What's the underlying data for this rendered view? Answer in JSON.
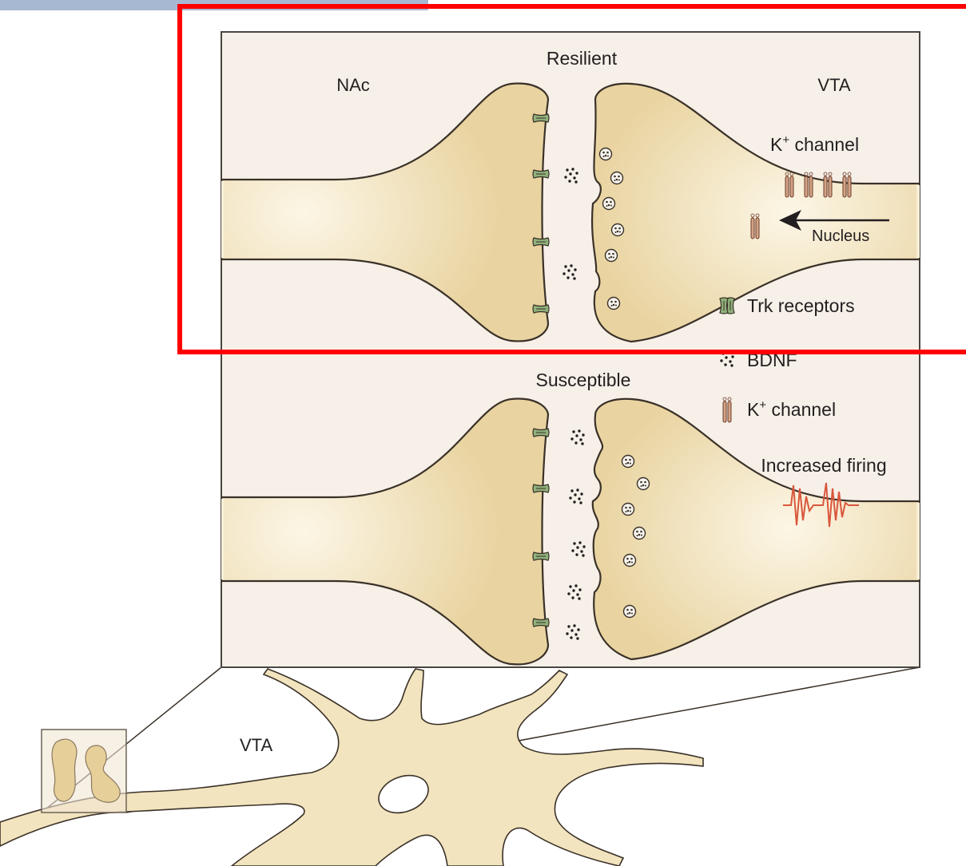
{
  "colors": {
    "neuron_fill": "#e9d4a1",
    "neuron_light": "#fbf3e0",
    "outline": "#3a3128",
    "panel_bg": "#f6f0e8",
    "panel_border": "#4a4540",
    "trk_green": "#8fb07a",
    "k_channel": "#d4a487",
    "firing_red": "#d9573d",
    "highlight_box": "#ff0000",
    "top_bar": "#a7b8d3"
  },
  "resilient": {
    "title": "Resilient",
    "left_region": "NAc",
    "right_region": "VTA",
    "k_channel_prefix": "K",
    "k_channel_sup": "+",
    "k_channel_suffix": " channel",
    "nucleus_label": "Nucleus"
  },
  "legend": {
    "trk": "Trk receptors",
    "bdnf": "BDNF",
    "k_channel_prefix": "K",
    "k_channel_sup": "+",
    "k_channel_suffix": " channel"
  },
  "susceptible": {
    "title": "Susceptible",
    "firing_label": "Increased firing"
  },
  "overview": {
    "region": "VTA"
  },
  "icons": [
    "trk-receptor-icon",
    "bdnf-dots-icon",
    "k-channel-icon",
    "vesicle-icon",
    "arrow-icon",
    "firing-spikes-icon"
  ]
}
